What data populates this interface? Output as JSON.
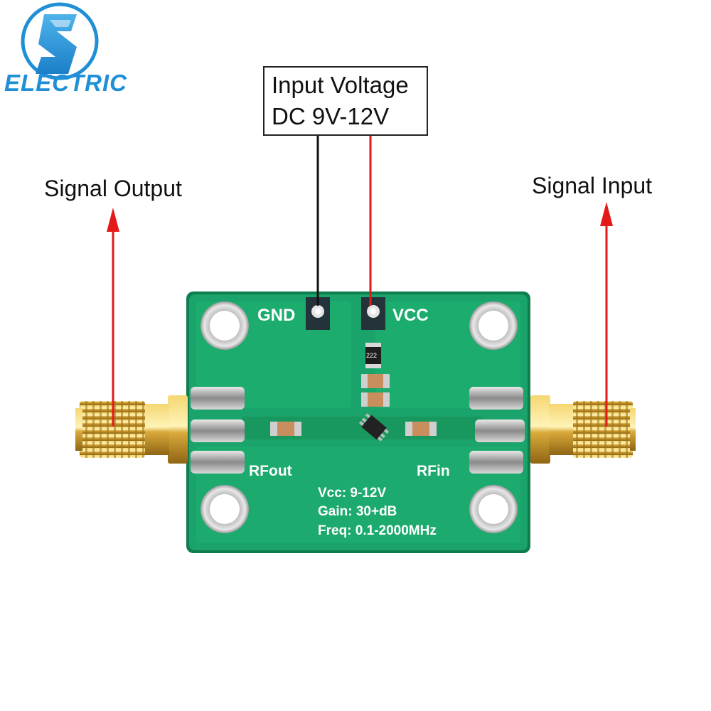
{
  "brand": {
    "logo_letter": "S",
    "logo_text": "ELECTRIC",
    "color": "#1f8fd6"
  },
  "annotations": {
    "signal_output": "Signal Output",
    "signal_input": "Signal Input",
    "voltage_line1": "Input Voltage",
    "voltage_line2": "DC 9V-12V",
    "arrow_color": "#e41a1a"
  },
  "board": {
    "pcb_color": "#1aa36a",
    "pad_gnd": "GND",
    "pad_vcc": "VCC",
    "port_out": "RFout",
    "port_in": "RFin",
    "resistor_code": "222",
    "spec_vcc": "Vcc: 9-12V",
    "spec_gain": "Gain: 30+dB",
    "spec_freq": "Freq: 0.1-2000MHz"
  }
}
